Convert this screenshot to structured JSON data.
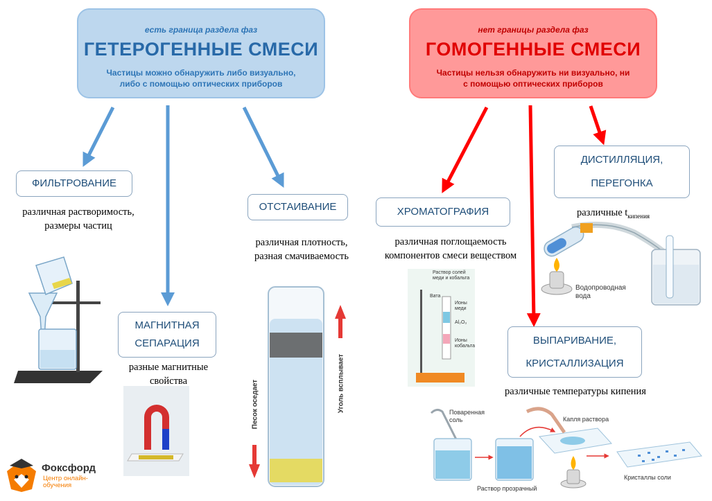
{
  "heterogeneous": {
    "subtitle": "есть граница раздела фаз",
    "title": "ГЕТЕРОГЕННЫЕ СМЕСИ",
    "description_line1": "Частицы можно обнаружить либо визуально,",
    "description_line2": "либо с помощью  оптических приборов"
  },
  "homogeneous": {
    "subtitle": "нет границы раздела фаз",
    "title": "ГОМОГЕННЫЕ СМЕСИ",
    "description_line1": "Частицы нельзя обнаружить ни визуально, ни",
    "description_line2": "с помощью  оптических приборов"
  },
  "methods": {
    "filtration": {
      "label": "ФИЛЬТРОВАНИЕ",
      "prop_line1": "различная растворимость,",
      "prop_line2": "размеры частиц"
    },
    "magnetic": {
      "label_line1": "МАГНИТНАЯ",
      "label_line2": "СЕПАРАЦИЯ",
      "prop_line1": "разные магнитные",
      "prop_line2": "свойства"
    },
    "settling": {
      "label": "ОТСТАИВАНИЕ",
      "prop_line1": "различная плотность,",
      "prop_line2": "разная смачиваемость"
    },
    "chromatography": {
      "label": "ХРОМАТОГРАФИЯ",
      "prop_line1": "различная поглощаемость",
      "prop_line2": "компонентов смеси веществом"
    },
    "distillation": {
      "label_line1": "ДИСТИЛЛЯЦИЯ,",
      "label_line2": "ПЕРЕГОНКА",
      "prop_main": "различные  t",
      "prop_sub": "кипения"
    },
    "evaporation": {
      "label_line1": "ВЫПАРИВАНИЕ,",
      "label_line2": "КРИСТАЛЛИЗАЦИЯ",
      "prop_line1": "различные температуры кипения"
    }
  },
  "illustrations": {
    "settling_down": "Песок оседает",
    "settling_up": "Уголь всплывает",
    "chrom_solution_line1": "Раствор солей",
    "chrom_solution_line2": "меди и кобальта",
    "chrom_cotton": "Вата",
    "chrom_copper_line1": "Ионы",
    "chrom_copper_line2": "меди",
    "chrom_alumina": "Al₂O₃",
    "chrom_cobalt_line1": "Ионы",
    "chrom_cobalt_line2": "кобальта",
    "dist_water_line1": "Водопроводная",
    "dist_water_line2": "вода",
    "evap_salt_line1": "Поваренная",
    "evap_salt_line2": "соль",
    "evap_clear": "Раствор прозрачный",
    "evap_drop": "Капля раствора",
    "evap_crystals": "Кристаллы соли"
  },
  "logo": {
    "name": "Фоксфорд",
    "tagline_line1": "Центр онлайн-",
    "tagline_line2": "обучения"
  },
  "colors": {
    "blue_arrow": "#5b9bd5",
    "red_arrow": "#ff0000",
    "het_fill": "#bdd7ee",
    "hom_fill": "#ff9999"
  }
}
